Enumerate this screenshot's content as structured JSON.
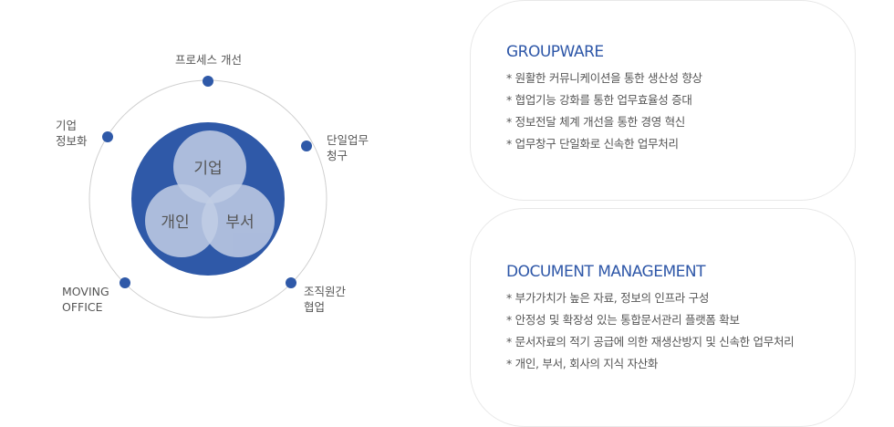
{
  "diagram": {
    "center": {
      "top": "기업",
      "left": "개인",
      "right": "부서"
    },
    "nodes": {
      "top": "프로세스 개선",
      "left_top": [
        "기업",
        "정보화"
      ],
      "right_top": [
        "단일업무",
        "청구"
      ],
      "left_bottom": [
        "MOVING",
        "OFFICE"
      ],
      "right_bottom": [
        "조직원간",
        "협업"
      ]
    },
    "colors": {
      "dark": "#2f59a8",
      "light": "#c3cde5",
      "ring": "#d0d0d0"
    }
  },
  "cards": [
    {
      "title": "GROUPWARE",
      "items": [
        "원활한 커뮤니케이션을 통한 생산성 향상",
        "협업기능 강화를 통한 업무효율성 증대",
        "정보전달 체계 개선을 통한 경영 혁신",
        "업무창구 단일화로 신속한 업무처리"
      ]
    },
    {
      "title": "DOCUMENT MANAGEMENT",
      "items": [
        "부가가치가 높은 자료, 정보의 인프라 구성",
        "안정성 및 확장성 있는 통합문서관리 플랫폼 확보",
        "문서자료의 적기 공급에 의한 재생산방지 및 신속한 업무처리",
        "개인, 부서, 회사의 지식 자산화"
      ]
    }
  ]
}
